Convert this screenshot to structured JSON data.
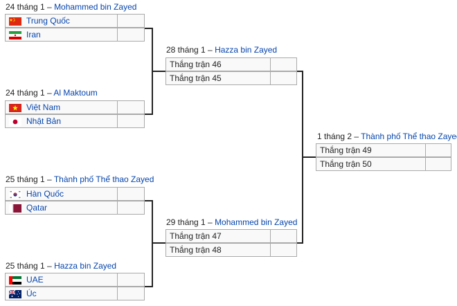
{
  "round1": [
    {
      "date": "24 tháng 1",
      "sep": " – ",
      "venue": "Mohammed bin Zayed",
      "teams": [
        {
          "name": "Trung Quốc",
          "flag": "china-flag-icon"
        },
        {
          "name": "Iran",
          "flag": "iran-flag-icon"
        }
      ]
    },
    {
      "date": "24 tháng 1",
      "sep": " – ",
      "venue": "Al Maktoum",
      "teams": [
        {
          "name": "Việt Nam",
          "flag": "vietnam-flag-icon"
        },
        {
          "name": "Nhật Bản",
          "flag": "japan-flag-icon"
        }
      ]
    },
    {
      "date": "25 tháng 1",
      "sep": " – ",
      "venue": "Thành phố Thể thao Zayed",
      "teams": [
        {
          "name": "Hàn Quốc",
          "flag": "south-korea-flag-icon"
        },
        {
          "name": "Qatar",
          "flag": "qatar-flag-icon"
        }
      ]
    },
    {
      "date": "25 tháng 1",
      "sep": " – ",
      "venue": "Hazza bin Zayed",
      "teams": [
        {
          "name": "UAE",
          "flag": "uae-flag-icon"
        },
        {
          "name": "Úc",
          "flag": "australia-flag-icon"
        }
      ]
    }
  ],
  "semifinals": [
    {
      "date": "28 tháng 1",
      "sep": " – ",
      "venue": "Hazza bin Zayed",
      "teams": [
        {
          "name": "Thắng trận 46"
        },
        {
          "name": "Thắng trận 45"
        }
      ]
    },
    {
      "date": "29 tháng 1",
      "sep": " – ",
      "venue": "Mohammed bin Zayed",
      "teams": [
        {
          "name": "Thắng trận 47"
        },
        {
          "name": "Thắng trận 48"
        }
      ]
    }
  ],
  "final": {
    "date": "1 tháng 2",
    "sep": " – ",
    "venue": "Thành phố Thể thao Zayed",
    "teams": [
      {
        "name": "Thắng trận 49"
      },
      {
        "name": "Thắng trận 50"
      }
    ]
  }
}
